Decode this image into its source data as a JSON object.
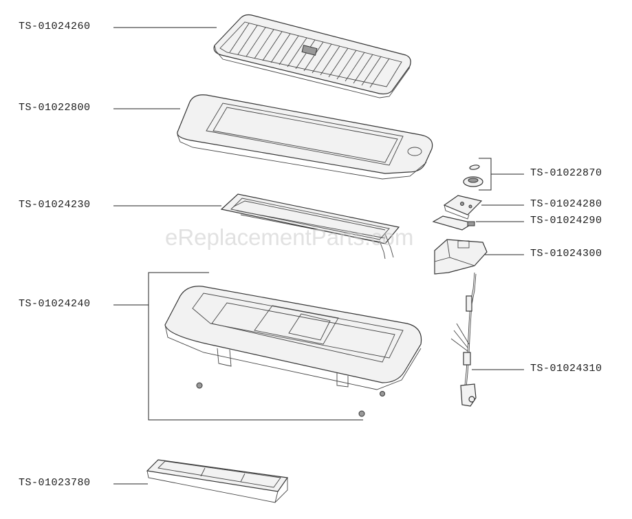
{
  "watermark": "eReplacementParts.com",
  "parts": [
    {
      "id": "grill-plate",
      "part_no": "TS-01024260"
    },
    {
      "id": "drip-frame",
      "part_no": "TS-01022800"
    },
    {
      "id": "heating-element",
      "part_no": "TS-01024230"
    },
    {
      "id": "base-housing",
      "part_no": "TS-01024240"
    },
    {
      "id": "drip-tray",
      "part_no": "TS-01023780"
    },
    {
      "id": "thermostat-knob",
      "part_no": "TS-01022870"
    },
    {
      "id": "thermostat-plate",
      "part_no": "TS-01024280"
    },
    {
      "id": "thermostat-bracket",
      "part_no": "TS-01024290"
    },
    {
      "id": "control-box",
      "part_no": "TS-01024300"
    },
    {
      "id": "power-cord",
      "part_no": "TS-01024310"
    }
  ]
}
